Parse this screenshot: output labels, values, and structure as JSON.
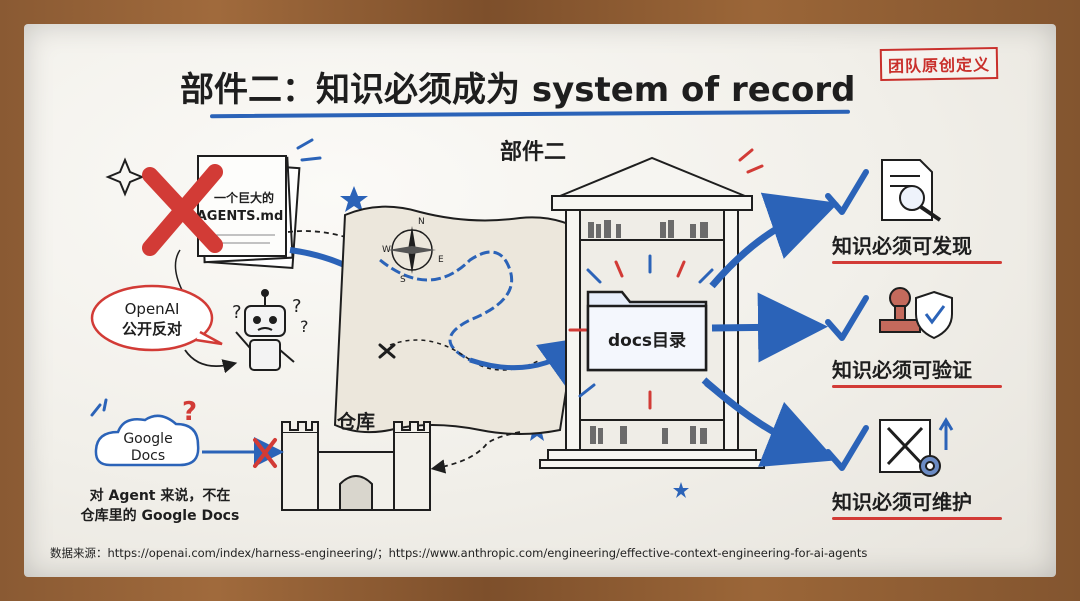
{
  "title": "部件二：知识必须成为 system of record",
  "stamp": "团队原创定义",
  "section_label": "部件二",
  "left": {
    "file_label": "一个巨大的\nAGENTS.md",
    "file_line1": "一个巨大的",
    "file_line2": "AGENTS.md",
    "bubble_line1": "OpenAI",
    "bubble_line2": "公开反对",
    "cloud_line1": "Google",
    "cloud_line2": "Docs",
    "note_line1": "对 Agent 来说，不在",
    "note_line2": "仓库里的 Google Docs"
  },
  "center": {
    "map_markers": [
      "N",
      "W",
      "E",
      "S"
    ],
    "repo_label": "仓库",
    "folder_label": "docs目录"
  },
  "right": {
    "items": [
      {
        "label": "知识必须可发现",
        "icon": "magnifier-document-icon"
      },
      {
        "label": "知识必须可验证",
        "icon": "stamp-shield-icon"
      },
      {
        "label": "知识必须可维护",
        "icon": "tools-gear-icon"
      }
    ]
  },
  "source": "数据来源：https://openai.com/index/harness-engineering/；https://www.anthropic.com/engineering/effective-context-engineering-for-ai-agents",
  "colors": {
    "blue": "#2b63b8",
    "red": "#d23b36",
    "ink": "#1e1e1e",
    "frame": "#8a5a33"
  }
}
